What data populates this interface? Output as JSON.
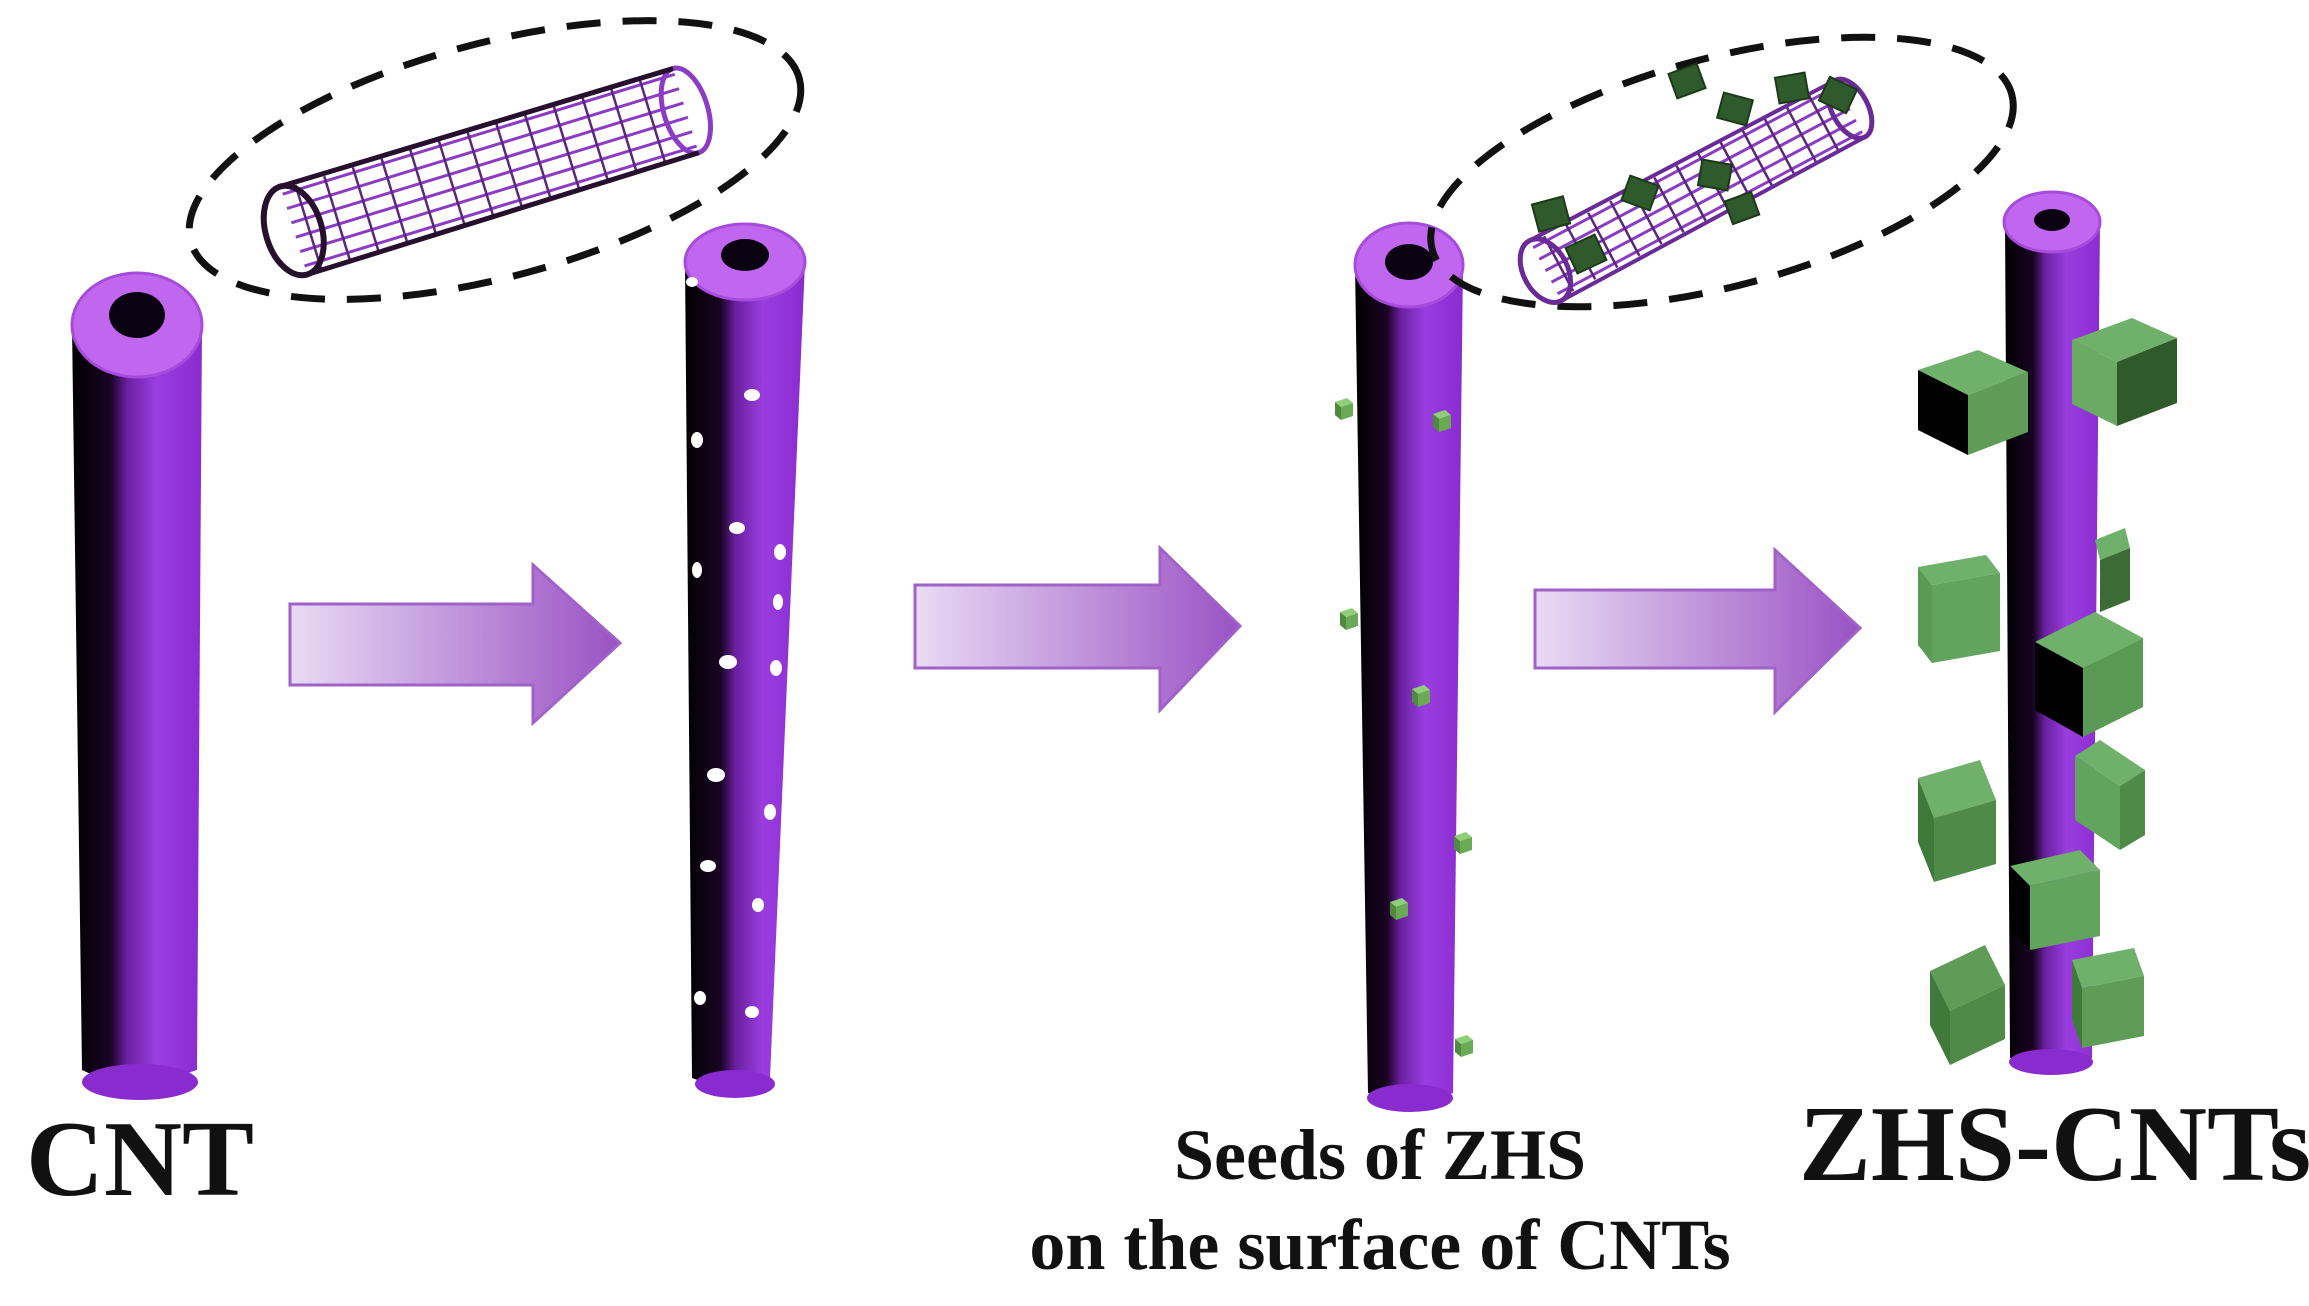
{
  "labels": {
    "cnt": "CNT",
    "seeds_line1": "Seeds of ZHS",
    "seeds_line2": "on the surface of CNTs",
    "zhs_cnts": "ZHS-CNTs"
  },
  "colors": {
    "tube_light": "#b55be8",
    "tube_mid": "#8a2bd0",
    "tube_dark": "#1a0424",
    "tube_top": "#c166ee",
    "arrow_start": "#e9dbf4",
    "arrow_end": "#9a52c4",
    "cube_light": "#62a45e",
    "cube_mid": "#3f7a3a",
    "cube_dark": "#22431f",
    "seed_dot": "#ffffff",
    "lattice_purple": "#8c3cc4",
    "lattice_dark": "#26102e"
  },
  "icons": {
    "tube": "cnt-tube-icon",
    "arrow": "process-arrow-icon",
    "lattice": "nanotube-lattice-icon",
    "cube": "zhs-cube-icon"
  }
}
